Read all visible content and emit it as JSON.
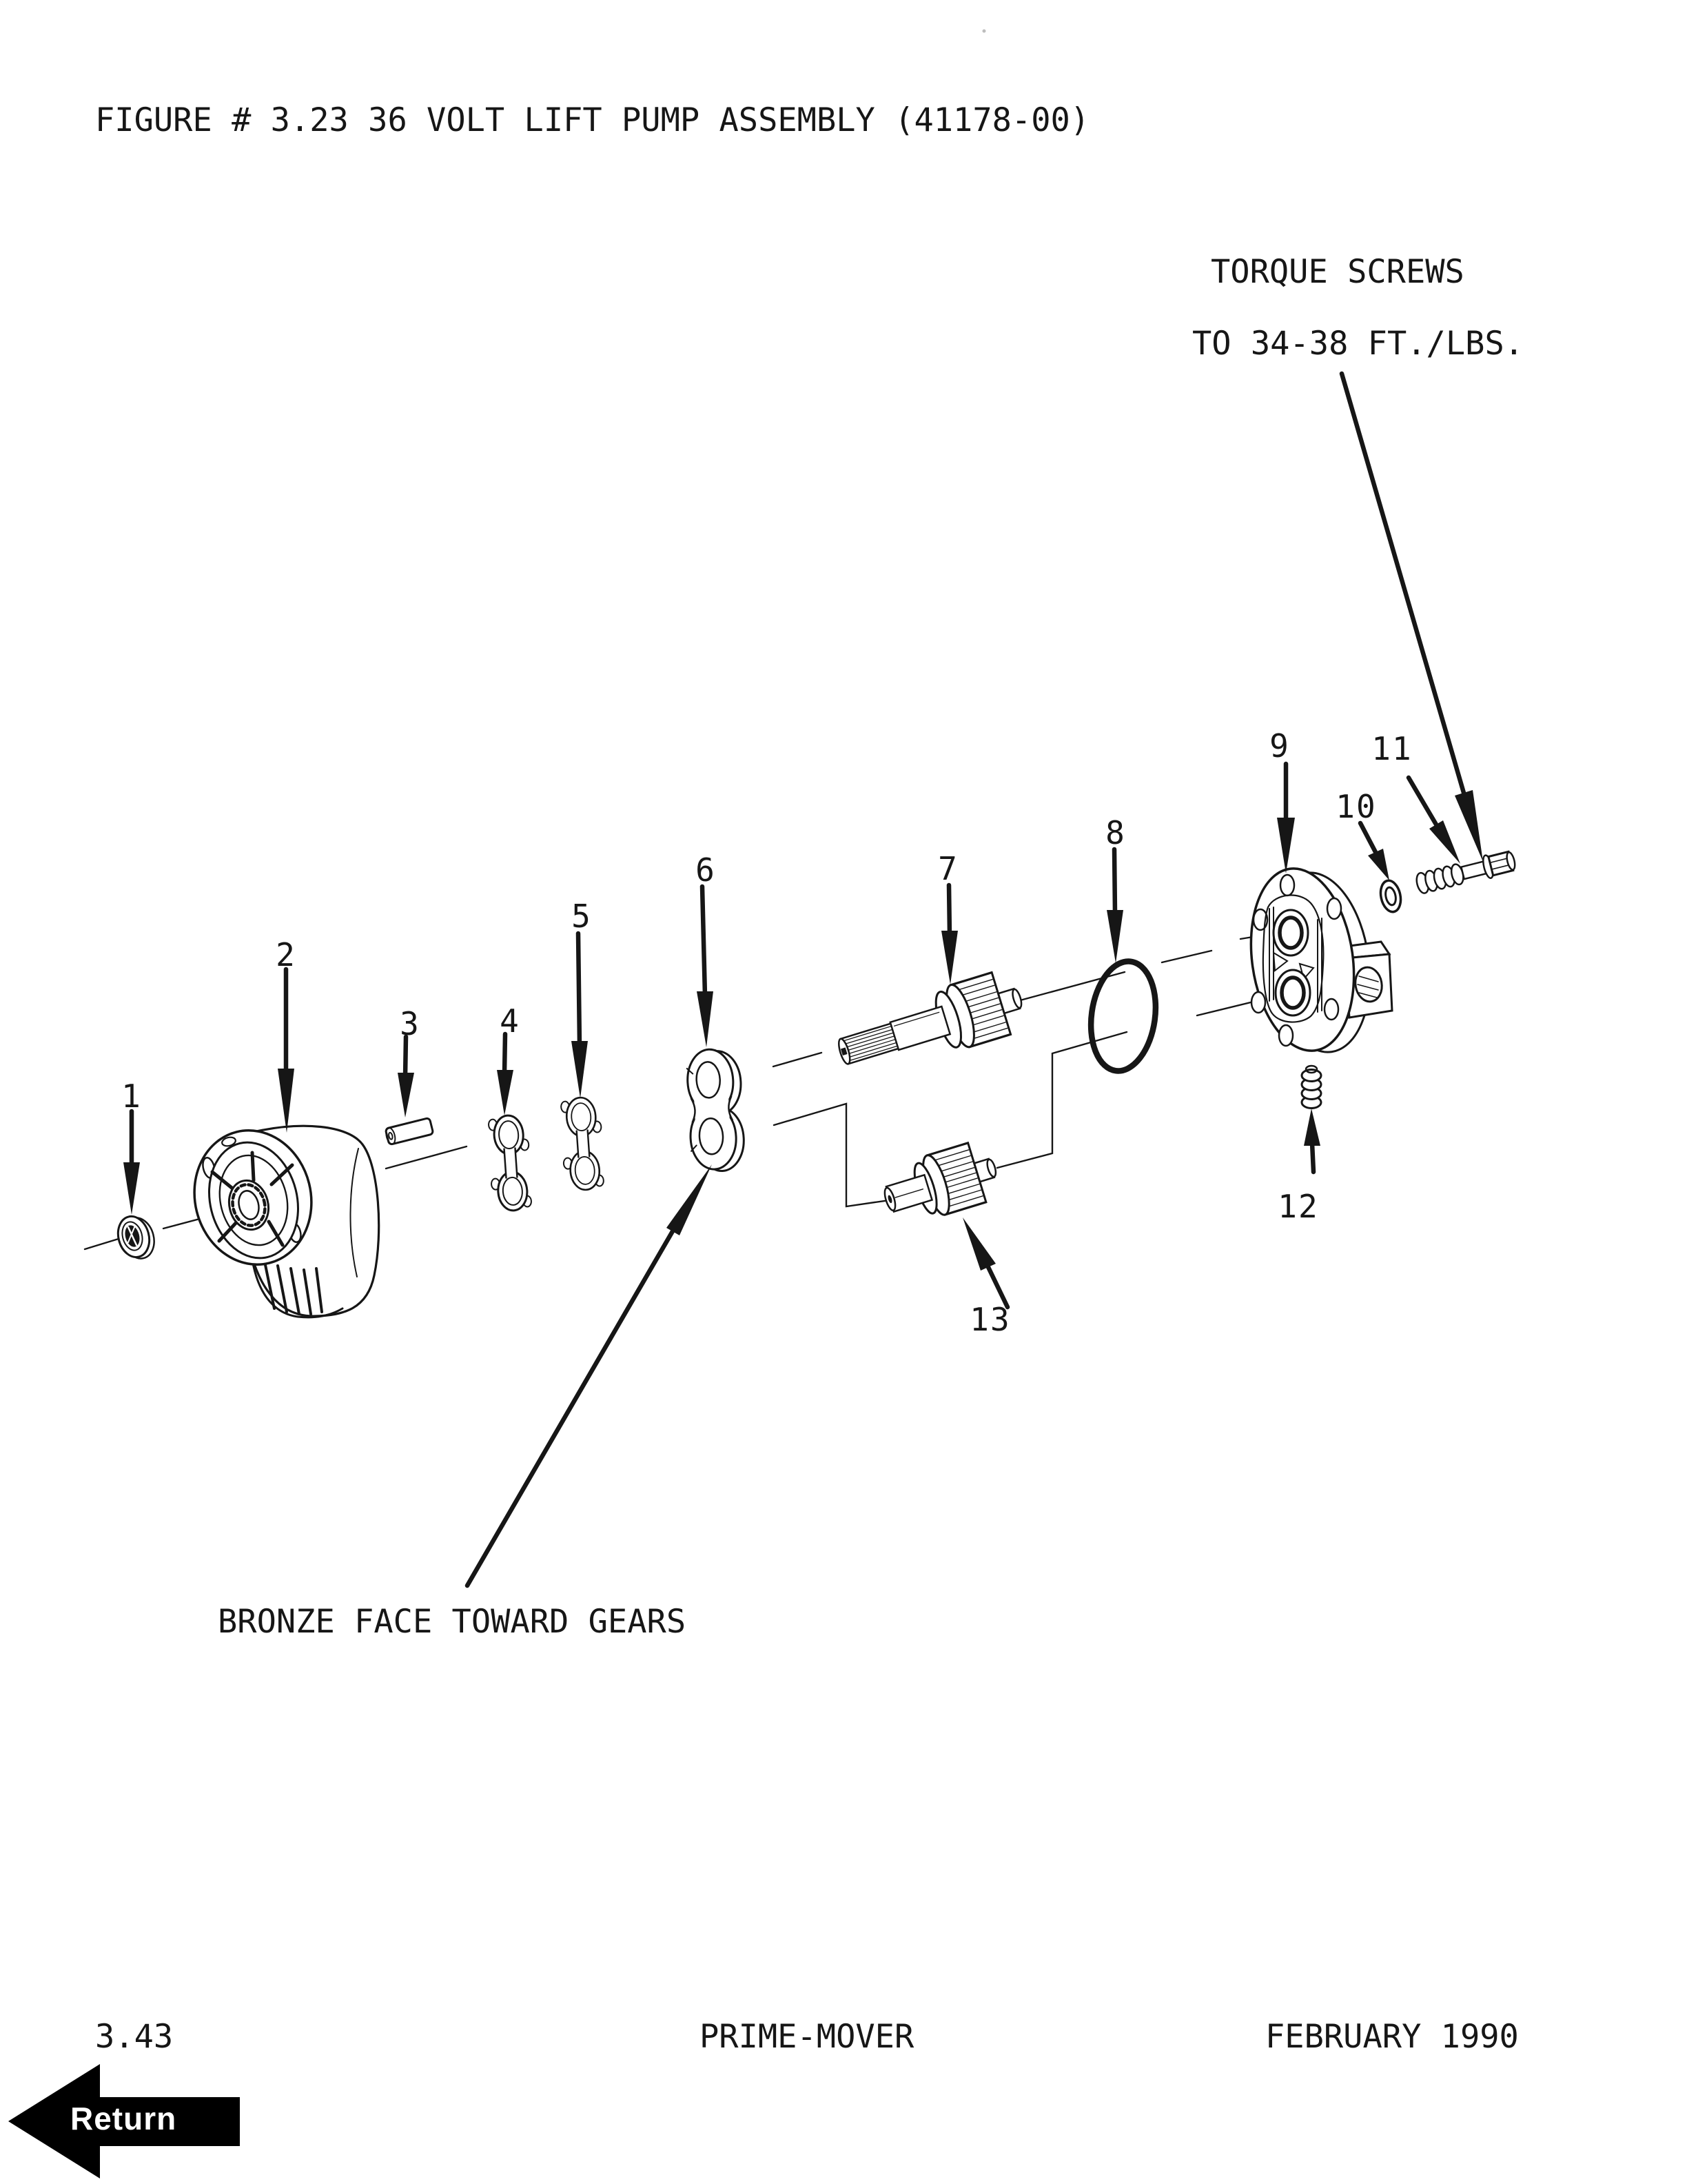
{
  "title": "FIGURE # 3.23 36 VOLT LIFT PUMP ASSEMBLY (41178-00)",
  "annotations": {
    "torque_line1": "TORQUE SCREWS",
    "torque_line2": "TO 34-38 FT./LBS.",
    "bronze_note": "BRONZE FACE TOWARD GEARS"
  },
  "figure": {
    "callouts": [
      "1",
      "2",
      "3",
      "4",
      "5",
      "6",
      "7",
      "8",
      "9",
      "10",
      "11",
      "12",
      "13"
    ]
  },
  "footer": {
    "page": "3.43",
    "center": "PRIME-MOVER",
    "date": "FEBRUARY 1990"
  },
  "return_button": {
    "label": "Return"
  },
  "colors": {
    "ink": "#161616",
    "paper": "#ffffff",
    "button_bg": "#000000",
    "button_fg": "#ffffff"
  }
}
